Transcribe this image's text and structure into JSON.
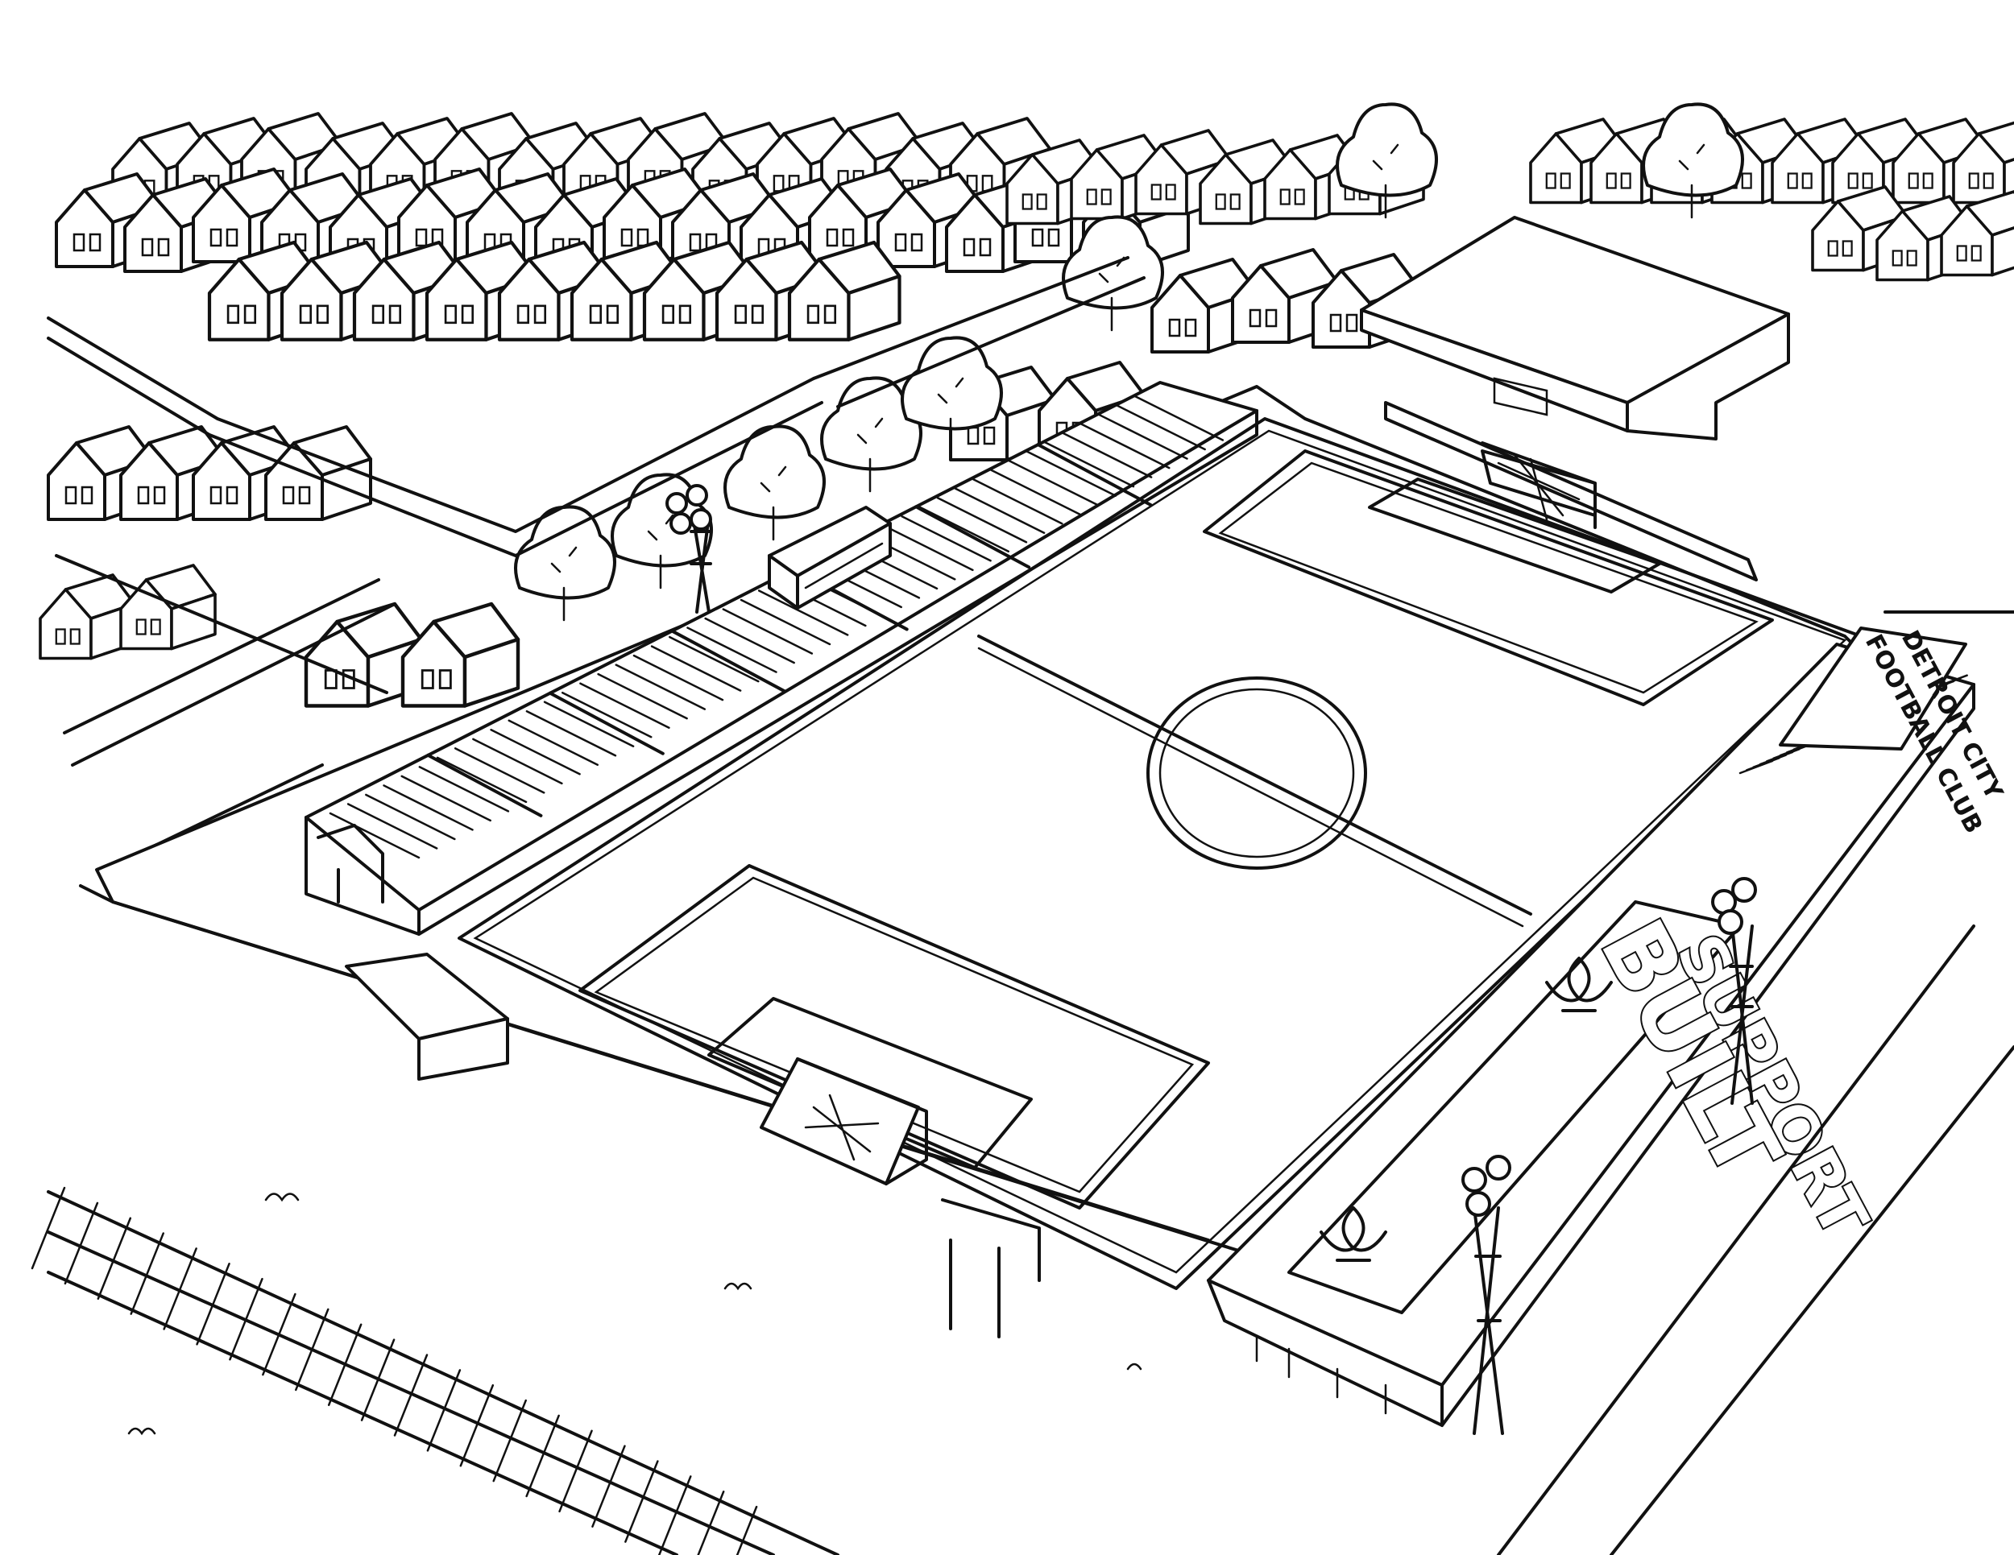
{
  "banner": {
    "support_text": "SUPPORT",
    "built_text": "BUILT"
  },
  "sign": {
    "line1": "DETROIT CITY",
    "line2": "FOOTBALL CLUB"
  },
  "colors": {
    "ink": "#111111",
    "paper": "#ffffff"
  },
  "icons": {
    "crest": "fleur-de-lis-icon"
  }
}
